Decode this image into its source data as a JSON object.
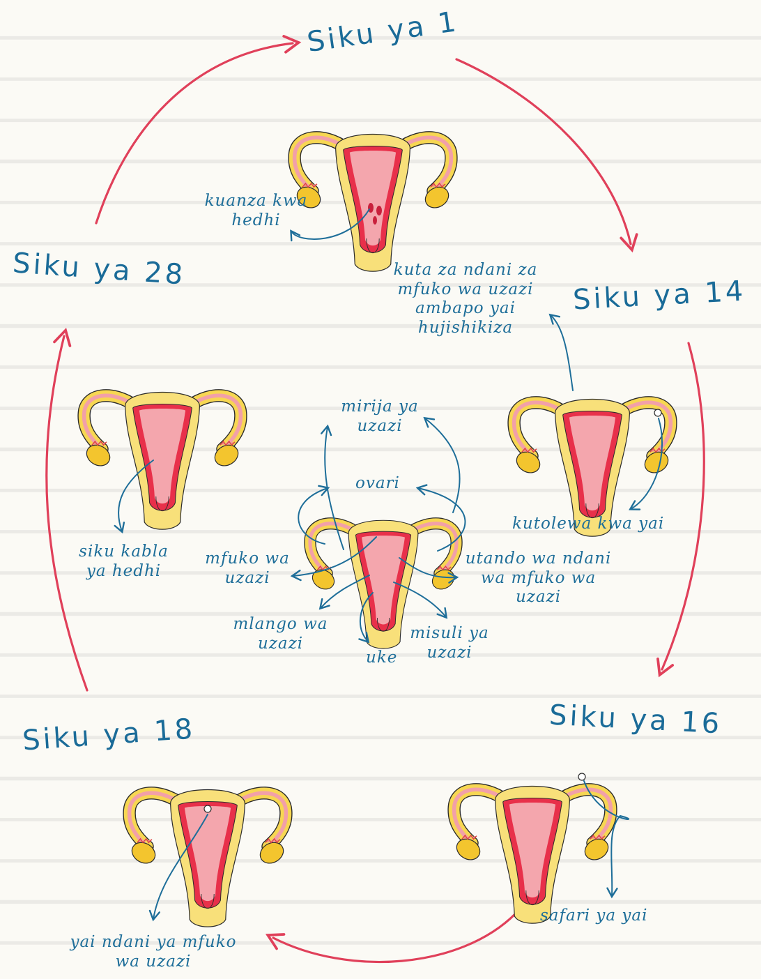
{
  "days": {
    "day1": "Siku ya 1",
    "day14": "Siku ya 14",
    "day16": "Siku ya 16",
    "day18": "Siku ya 18",
    "day28": "Siku ya 28"
  },
  "stage_notes": {
    "day1": "kuanza kwa hedhi",
    "day14_wall": "kuta za ndani za mfuko wa uzazi ambapo yai hujishikiza",
    "day14_ovulation": "kutolewa kwa yai",
    "day16": "safari ya yai",
    "day18": "yai ndani ya mfuko wa uzazi",
    "day28": "siku kabla ya hedhi"
  },
  "center_labels": {
    "tubes": "mirija ya uzazi",
    "ovary": "ovari",
    "uterus": "mfuko wa uzazi",
    "endometrium": "utando wa ndani wa mfuko wa uzazi",
    "cervix": "mlango wa uzazi",
    "vagina": "uke",
    "muscle": "misuli ya uzazi"
  },
  "colors": {
    "cycle_arrow": "#e0405a",
    "label_blue": "#1e6e99",
    "organ_outer": "#f7d752",
    "organ_wall": "#e8304a",
    "lining": "#f2a0a8",
    "background": "#fbfaf5"
  }
}
